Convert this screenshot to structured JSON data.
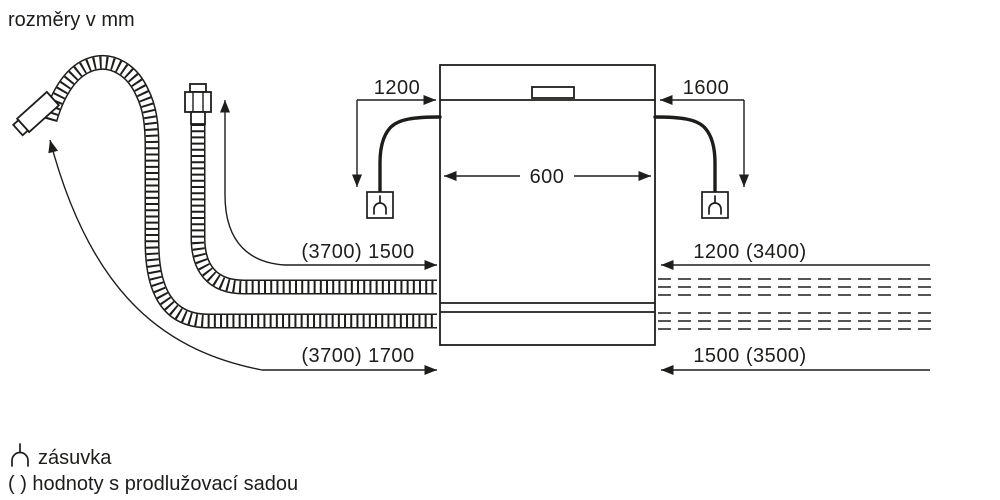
{
  "title": "rozměry v mm",
  "colors": {
    "line": "#1d1d1b",
    "background": "#ffffff"
  },
  "appliance": {
    "type": "dishwasher-front-view",
    "width_label": "600"
  },
  "dimensions": {
    "left_cable_length": "1200",
    "right_cable_length": "1600",
    "appliance_width": "600",
    "left_hose_upper": "(3700) 1500",
    "left_hose_lower": "(3700) 1700",
    "right_hose_upper": "1200 (3400)",
    "right_hose_lower": "1500 (3500)"
  },
  "legend": {
    "socket_label": "zásuvka",
    "extension_note": "( ) hodnoty s prodlužovací sadou"
  }
}
